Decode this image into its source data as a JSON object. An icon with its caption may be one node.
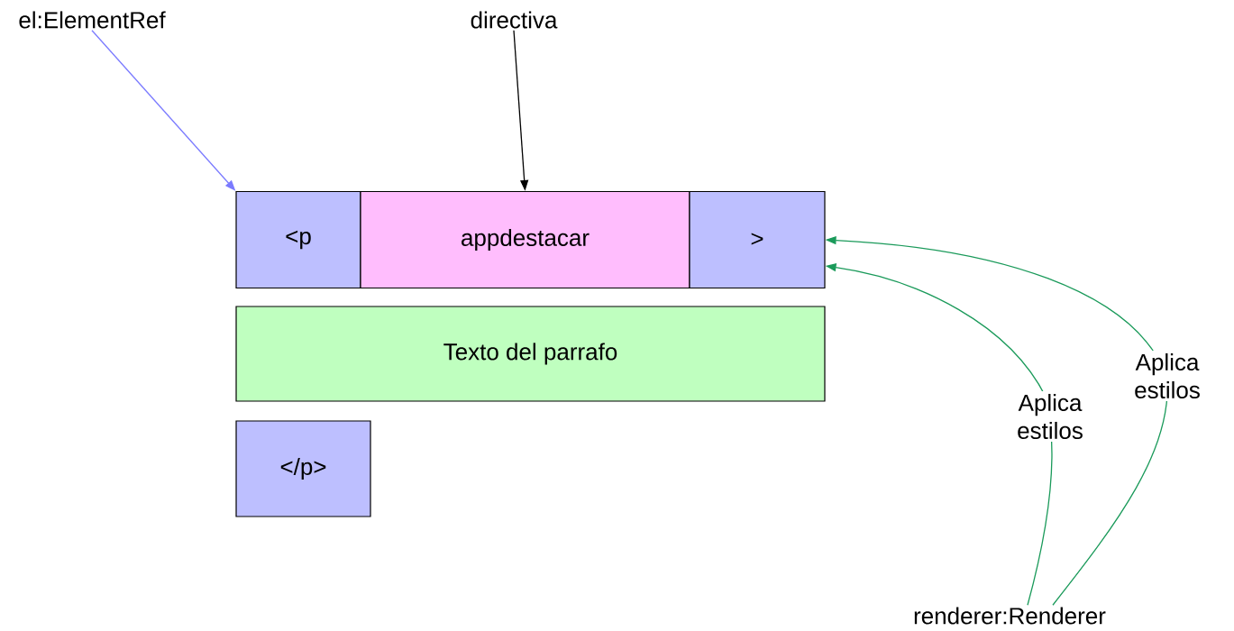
{
  "diagram": {
    "nodes": [
      {
        "text": [
          "el:ElementRef"
        ]
      },
      {
        "text": [
          "directiva"
        ]
      },
      {
        "text": [
          "<p"
        ]
      },
      {
        "text": [
          "appdestacar"
        ]
      },
      {
        "text": [
          ">"
        ]
      },
      {
        "text": [
          "Texto del parrafo"
        ]
      },
      {
        "text": [
          "</p>"
        ]
      },
      {
        "text": [
          "renderer:Renderer"
        ]
      }
    ],
    "edges": [
      {
        "from": 0,
        "to": 2,
        "arrow": "to",
        "color": "#7b7bff"
      },
      {
        "from": 1,
        "to": 3,
        "arrow": "to",
        "color": "#000000"
      },
      {
        "from": 7,
        "to": 4,
        "arrow": "to",
        "label": "Aplica estilos"
      },
      {
        "from": 7,
        "to": 4,
        "arrow": "to",
        "label": "Aplica estilos"
      }
    ]
  }
}
